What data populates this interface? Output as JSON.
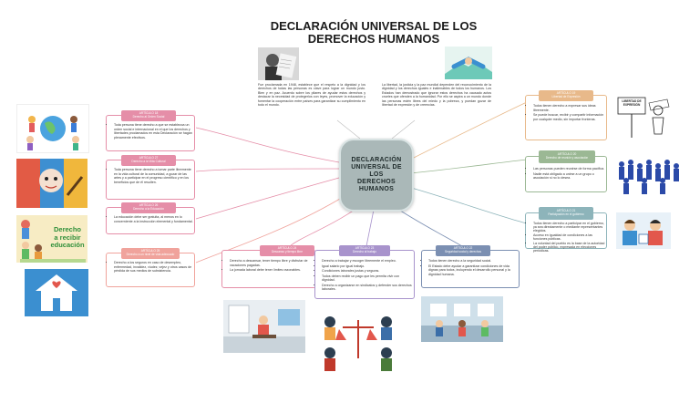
{
  "title": {
    "line1": "DECLARACIÓN UNIVERSAL DE LOS",
    "line2": "DERECHOS HUMANOS"
  },
  "hub": {
    "line1": "DECLARACIÓN",
    "line2": "UNIVERSAL DE",
    "line3": "LOS",
    "line4": "DERECHOS",
    "line5": "HUMANOS"
  },
  "intro": {
    "left": "Fue proclamada en 1948, establece que el respeto a la dignidad y los derechos de todas las personas es clave para lograr un mundo justo. Bien y en paz. Acuerdo sobre los pilares de ayudar estos derechos y destacar la necesidad de protegerlos con leyes, promover la educación y fomentar la cooperación entre países para garantizar su cumplimiento en todo el mundo.",
    "right": "La libertad, la justicia y la paz mundial dependen del reconocimiento de la dignidad y los derechos iguales e inalienables de todos los humanos. Los Estados han demostrado que ignorar estos derechos ha causado actos crueles que ofenden a la humanidad. Por ello se aspira a un mundo donde las personas estén libres del miedo y la pobreza, y puedan gozar de libertad de expresión y de creencias."
  },
  "branches": {
    "b1": {
      "tag1": "ARTÍCULO 18",
      "tag2": "Derecho al Orden Social",
      "bullets": [
        "Toda persona tiene derecho a que se establezca un orden social e internacional en el que los derechos y libertades proclamados en esta Declaración se hagan plenamente efectivos."
      ]
    },
    "b2": {
      "tag1": "ARTÍCULO 27",
      "tag2": "Derecho a la Vida Cultural",
      "bullets": [
        "Toda persona tiene derecho a tomar parte libremente en la vida cultural de la comunidad, a gozar de las artes y a participar en el progreso científico y en los beneficios que de él resulten."
      ]
    },
    "b3": {
      "tag1": "ARTÍCULO 26",
      "tag2": "Derecho a la Educación",
      "bullets": [
        "La educación debe ser gratuita, al menos en lo concerniente a la instrucción elemental y fundamental."
      ]
    },
    "b4": {
      "tag1": "ARTÍCULO 25",
      "tag2": "Derecho a un nivel de vida adecuado",
      "bullets": [
        "Derecho a los seguros en caso de desempleo, enfermedad, invalidez, viudez, vejez y otros casos de pérdida de sus medios de subsistencia."
      ]
    },
    "b5": {
      "tag1": "ARTÍCULO 24",
      "tag2": "Descanso y tiempo libre",
      "bullets": [
        "Derecho a descansar, tener tiempo libre y disfrutar de vacaciones pagadas.",
        "La jornada laboral debe tener límites razonables."
      ]
    },
    "b6": {
      "tag1": "ARTÍCULO 23",
      "tag2": "Derecho al trabajo",
      "bullets": [
        "Derecho a trabajar y escoger libremente el empleo.",
        "Igual salario por igual trabajo.",
        "Condiciones laborales justas y seguras.",
        "Todos deben recibir un pago que les permita vivir con dignidad.",
        "Derecho a organizarse en sindicatos y defender sus derechos laborales."
      ]
    },
    "b7": {
      "tag1": "ARTÍCULO 22",
      "tag2": "Seguridad social y derechos",
      "bullets": [
        "Todos tienen derecho a la seguridad social.",
        "El Estado debe ayudar a garantizar condiciones de vida dignas para todos, incluyendo el desarrollo personal y la dignidad humana."
      ]
    },
    "b8": {
      "tag1": "ARTÍCULO 19",
      "tag2": "Libertad de Expresión",
      "bullets": [
        "Todos tienen derecho a expresar sus ideas libremente.",
        "Se puede buscar, recibir y compartir información por cualquier medio, sin importar fronteras."
      ]
    },
    "b9": {
      "tag1": "ARTÍCULO 20",
      "tag2": "Derecho de reunión y asociación",
      "bullets": [
        "Las personas pueden reunirse de forma pacífica.",
        "Nadie está obligado a unirse a un grupo o asociación si no lo desea."
      ]
    },
    "b10": {
      "tag1": "ARTÍCULO 21",
      "tag2": "Participación en el gobierno",
      "bullets": [
        "Todos tienen derecho a participar en el gobierno, ya sea directamente o mediante representantes elegidos.",
        "Acceso en igualdad de condiciones a las funciones públicas.",
        "La voluntad del pueblo es la base de la autoridad del poder público, expresada en elecciones periódicas."
      ]
    }
  },
  "illustrations": {
    "education_label1": "Derecho",
    "education_label2": "a recibir",
    "education_label3": "educación",
    "sign_text1": "LIBERTAD DE",
    "sign_text2": "EXPRESIÓN"
  },
  "colors": {
    "pink": "#e58ea8",
    "salmon": "#f0a39c",
    "purple": "#a893cc",
    "violet": "#8e83c4",
    "blue_gray": "#7b8fb2",
    "tan": "#e8b98a",
    "green": "#9bb894",
    "teal": "#8db4ba",
    "hub": "#aab8b8"
  }
}
